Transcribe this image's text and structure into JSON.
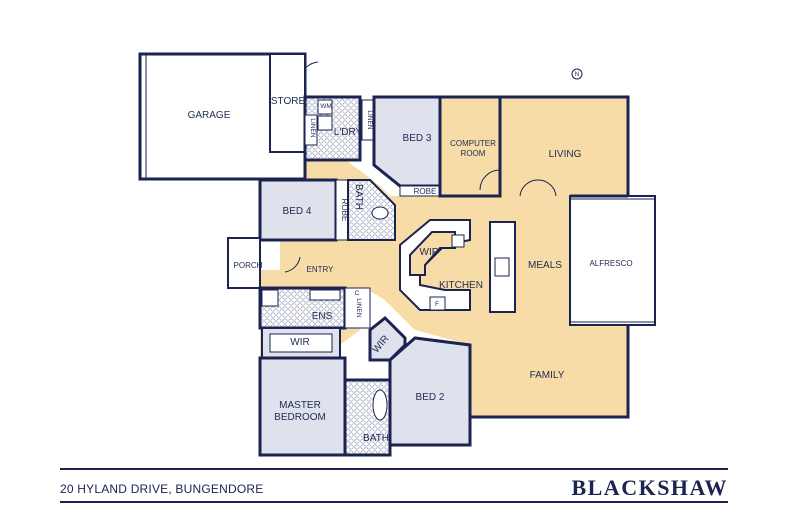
{
  "rooms": {
    "garage": "GARAGE",
    "store": "STORE",
    "laundry": "L'DRY",
    "wm": "WM",
    "linen_1": "LINEN",
    "linen_2": "LINEN",
    "linen_3": "LINEN",
    "bed3": "BED 3",
    "computer_room_1": "COMPUTER",
    "computer_room_2": "ROOM",
    "living": "LIVING",
    "robe_1": "ROBE",
    "robe_2": "ROBE",
    "bath_1": "BATH",
    "bed4": "BED 4",
    "wip": "WIP",
    "meals": "MEALS",
    "alfresco": "ALFRESCO",
    "porch": "PORCH",
    "entry": "ENTRY",
    "kitchen": "KITCHEN",
    "fridge": "F",
    "linen_c": "C",
    "ens": "ENS",
    "wir_1": "WIR",
    "wir_2": "WIR",
    "master_1": "MASTER",
    "master_2": "BEDROOM",
    "bed2": "BED 2",
    "family": "FAMILY",
    "bath_2": "BATH"
  },
  "footer": {
    "address": "20 HYLAND DRIVE, BUNGENDORE",
    "brand": "BLACKSHAW"
  },
  "north_symbol": "N",
  "colors": {
    "wall": "#1b2350",
    "living_area": "#f8dca8",
    "bedroom": "#dfe2ec"
  }
}
